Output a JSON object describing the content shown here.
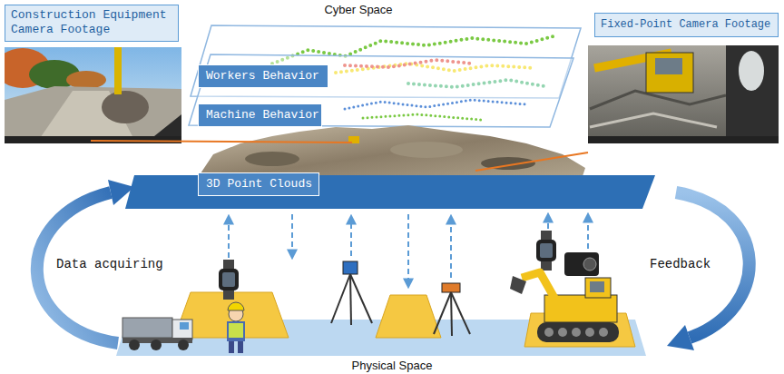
{
  "diagram": {
    "nodes": [
      {
        "text": [
          "Construction Equipment Camera Footage"
        ]
      },
      {
        "text": [
          "Fixed-Point Camera Footage"
        ]
      },
      {
        "text": [
          "Workers Behavior"
        ]
      },
      {
        "text": [
          "Machine Behavior"
        ]
      },
      {
        "text": [
          "3D Point Clouds"
        ]
      }
    ],
    "labels": [
      "Cyber Space",
      "Data acquiring",
      "Feedback",
      "Physical Space"
    ]
  }
}
